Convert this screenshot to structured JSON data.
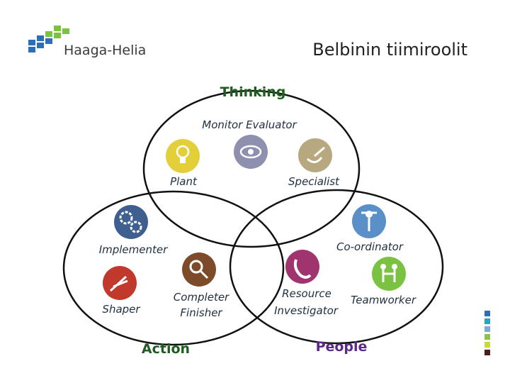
{
  "slide": {
    "title": "Belbinin tiimiroolit"
  },
  "brand": {
    "name": "Haaga-Helia",
    "colors": {
      "blue": "#2c6fb7",
      "green": "#7cc242"
    }
  },
  "clusters": [
    {
      "id": "thinking",
      "label": "Thinking",
      "color": "#1f5c1f"
    },
    {
      "id": "action",
      "label": "Action",
      "color": "#1f5c1f"
    },
    {
      "id": "people",
      "label": "People",
      "color": "#5b2a86"
    }
  ],
  "roles": [
    {
      "id": "monitor-evaluator",
      "label": "Monitor Evaluator",
      "cluster": "thinking",
      "icon": "eye-icon",
      "icon_color": "#8f8fb0"
    },
    {
      "id": "plant",
      "label": "Plant",
      "cluster": "thinking",
      "icon": "lightbulb-icon",
      "icon_color": "#e2cf3a"
    },
    {
      "id": "specialist",
      "label": "Specialist",
      "cluster": "thinking",
      "icon": "tool-icon",
      "icon_color": "#b7a880"
    },
    {
      "id": "implementer",
      "label": "Implementer",
      "cluster": "action",
      "icon": "gears-icon",
      "icon_color": "#3e5f8f"
    },
    {
      "id": "shaper",
      "label": "Shaper",
      "cluster": "action",
      "icon": "bolt-icon",
      "icon_color": "#c0392b"
    },
    {
      "id": "completer-finisher",
      "label_lines": [
        "Completer",
        "Finisher"
      ],
      "cluster": "action",
      "icon": "magnifier-icon",
      "icon_color": "#7d4a2a"
    },
    {
      "id": "co-ordinator",
      "label": "Co-ordinator",
      "cluster": "people",
      "icon": "person-icon",
      "icon_color": "#5b8fc8"
    },
    {
      "id": "resource-investigator",
      "label_lines": [
        "Resource",
        "Investigator"
      ],
      "cluster": "people",
      "icon": "phone-icon",
      "icon_color": "#a0346e"
    },
    {
      "id": "teamworker",
      "label": "Teamworker",
      "cluster": "people",
      "icon": "people-icon",
      "icon_color": "#7cc242"
    }
  ],
  "side_strip_colors": [
    "#2c6fb7",
    "#2aa3c4",
    "#7fa9d6",
    "#8cc63f",
    "#c7d93b",
    "#4a1f1f"
  ]
}
